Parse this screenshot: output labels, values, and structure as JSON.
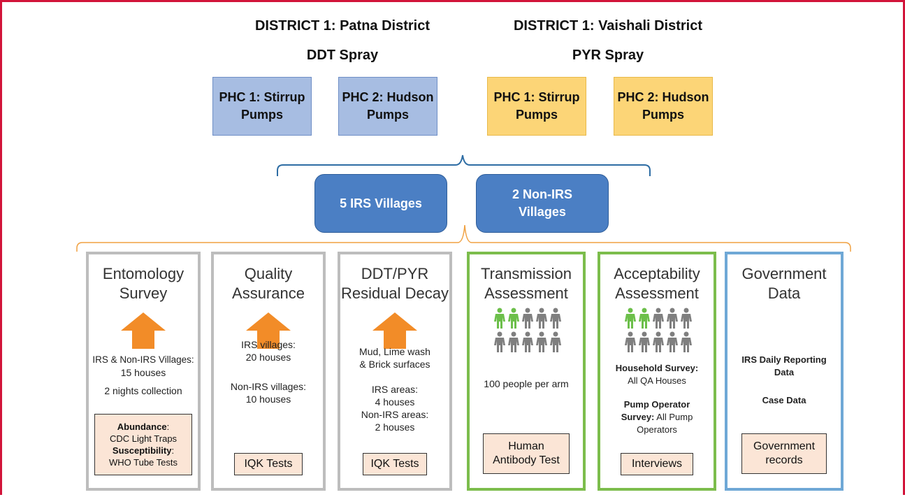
{
  "district_left": {
    "title": "DISTRICT 1: Patna District",
    "spray": "DDT Spray"
  },
  "district_right": {
    "title": "DISTRICT 1: Vaishali District",
    "spray": "PYR Spray"
  },
  "phc": [
    {
      "line1": "PHC 1: Stirrup",
      "line2": "Pumps"
    },
    {
      "line1": "PHC 2: Hudson",
      "line2": "Pumps"
    },
    {
      "line1": "PHC 1: Stirrup",
      "line2": "Pumps"
    },
    {
      "line1": "PHC 2: Hudson",
      "line2": "Pumps"
    }
  ],
  "villages": [
    {
      "line1": "5 IRS Villages",
      "line2": ""
    },
    {
      "line1": "2 Non-IRS",
      "line2": "Villages"
    }
  ],
  "colors": {
    "frame": "#d2143a",
    "blue_brace": "#2e6da4",
    "orange_brace": "#f0a040",
    "arrow": "#f28c28",
    "person_green": "#6cbf4a",
    "person_gray": "#7f7f7f"
  },
  "panels": {
    "entomology": {
      "title1": "Entomology",
      "title2": "Survey",
      "t1": "IRS & Non-IRS Villages:",
      "t2": "15 houses",
      "t3": "2 nights collection",
      "tag": {
        "b1": "Abundance",
        "r1": ":",
        "l2": "CDC Light Traps",
        "b3": "Susceptibility",
        "r3": ":",
        "l4": "WHO Tube Tests"
      }
    },
    "quality": {
      "title1": "Quality",
      "title2": "Assurance",
      "t1": "IRS villages:",
      "t2": "20 houses",
      "t3": "Non-IRS villages:",
      "t4": "10 houses",
      "tag": "IQK  Tests"
    },
    "decay": {
      "title1": "DDT/PYR",
      "title2": "Residual Decay",
      "t1": "Mud, Lime wash",
      "t2": "& Brick surfaces",
      "t3": "IRS areas:",
      "t4": "4 houses",
      "t5": "Non-IRS areas:",
      "t6": "2 houses",
      "tag": "IQK Tests"
    },
    "transmission": {
      "title1": "Transmission",
      "title2": "Assessment",
      "t1": "100 people per arm",
      "tag1": "Human",
      "tag2": "Antibody Test"
    },
    "acceptability": {
      "title1": "Acceptability",
      "title2": "Assessment",
      "b1": "Household Survey:",
      "t1": "All QA Houses",
      "b2": "Pump Operator",
      "b2b": "Survey:",
      "t2": " All Pump",
      "t3": "Operators",
      "tag": "Interviews"
    },
    "government": {
      "title1": "Government",
      "title2": "Data",
      "b1": "IRS Daily Reporting",
      "b2": "Data",
      "b3": "Case Data",
      "tag1": "Government",
      "tag2": "records"
    }
  }
}
